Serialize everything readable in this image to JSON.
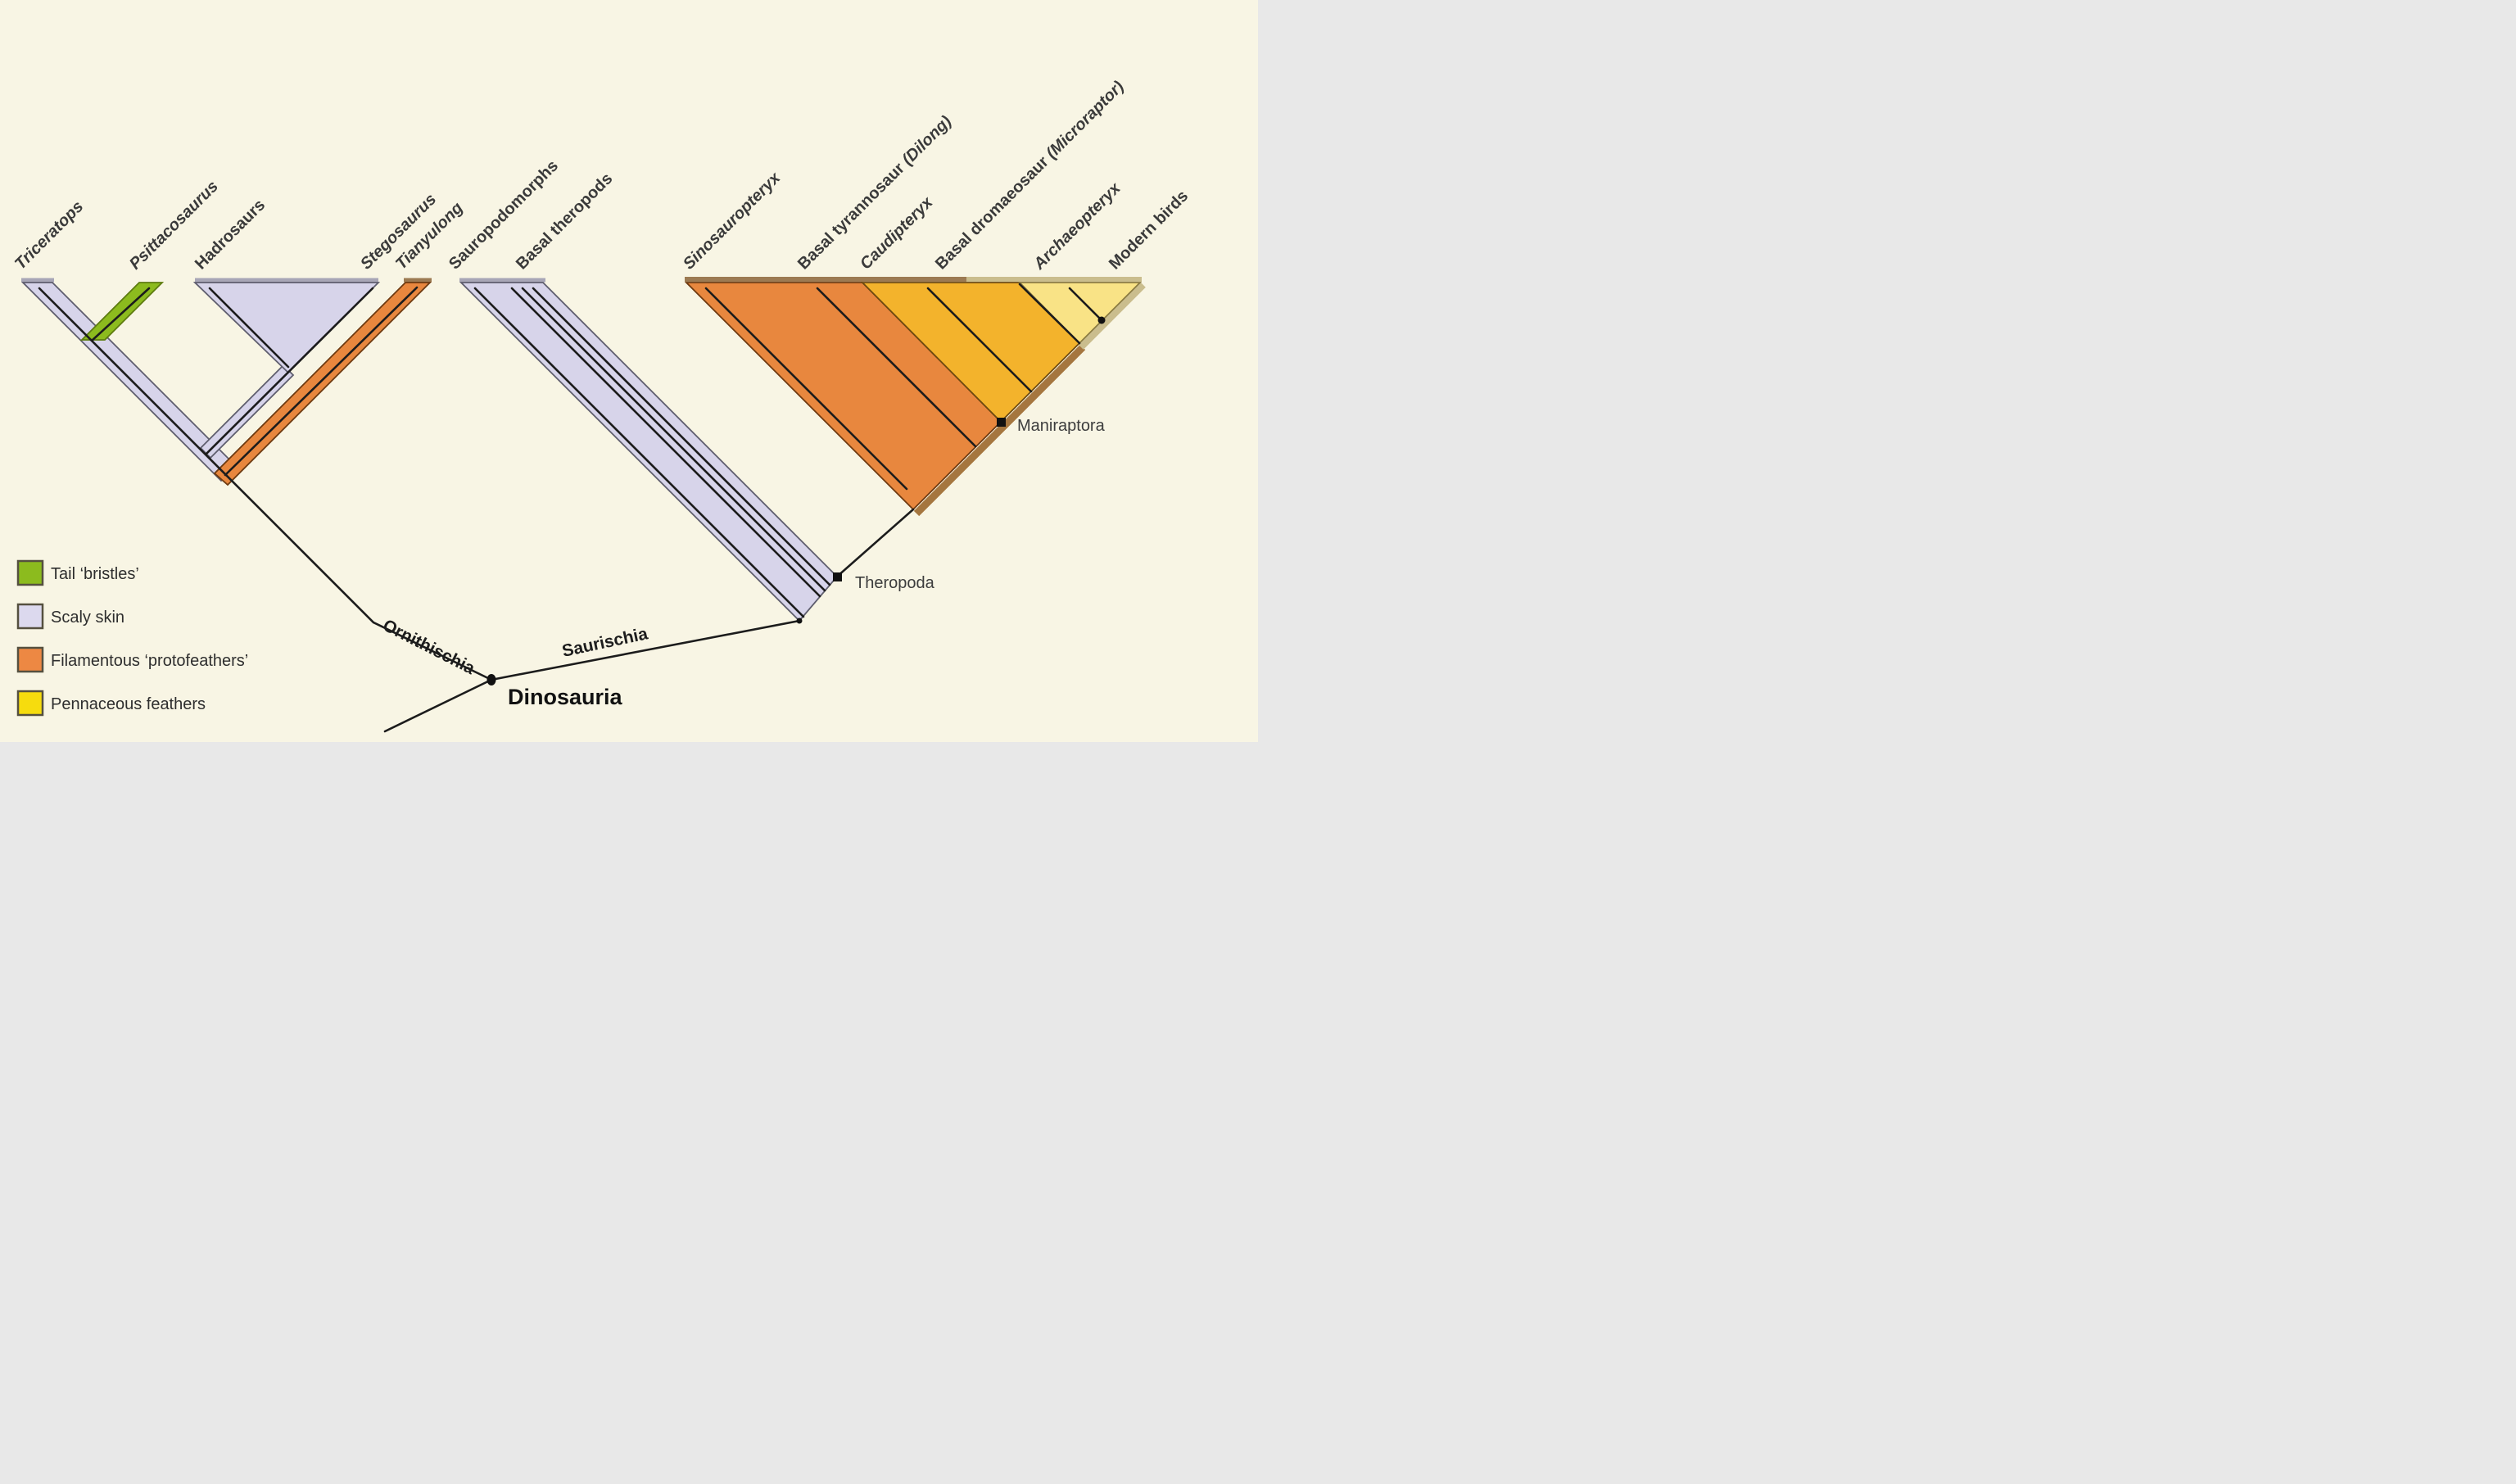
{
  "figure": {
    "background": "#f8f5e4",
    "description": "Cladogram of dinosaur integument evolution"
  },
  "colors": {
    "scaly_lavender": "#d7d4ea",
    "lavender_edge": "#5f5e6e",
    "bristle_green": "#8cbb1e",
    "green_edge": "#5e7c10",
    "protofeather_orange": "#e8873e",
    "orange_edge": "#6e3a10",
    "pennaceous_gold": "#f3b32c",
    "pennaceous_pale": "#f9e386",
    "pennaceous_yellow": "#f6dc0e",
    "tianyulong_red": "#d62f1f",
    "hyp_brown": "#a5763f",
    "hyp_khaki": "#cabd8d",
    "strip_grey": "#a8a6b6",
    "strip_brown": "#9c7a52",
    "branch_black": "#1c1c1c",
    "legend_border": "#55503f"
  },
  "taxa": [
    {
      "label": "Triceratops",
      "italic": true
    },
    {
      "label": "Psittacosaurus",
      "italic": true
    },
    {
      "label": "Hadrosaurs",
      "italic": false
    },
    {
      "label": "Stegosaurus",
      "italic": true
    },
    {
      "label": "Tianyulong",
      "italic": true,
      "highlight": true
    },
    {
      "label": "Sauropodomorphs",
      "italic": false
    },
    {
      "label": "Basal theropods",
      "italic": false
    },
    {
      "label": "Sinosauropteryx",
      "italic": true
    },
    {
      "label": "Basal tyrannosaur ",
      "paren": "(Dilong)",
      "italic": false
    },
    {
      "label": "Caudipteryx",
      "italic": true
    },
    {
      "label": "Basal dromaeosaur ",
      "paren": "(Microraptor)",
      "italic": false
    },
    {
      "label": "Archaeopteryx",
      "italic": true
    },
    {
      "label": "Modern birds",
      "italic": false
    }
  ],
  "clades": {
    "ornithischia": "Ornithischia",
    "saurischia": "Saurischia",
    "dinosauria": "Dinosauria",
    "theropoda": "Theropoda",
    "maniraptora": "Maniraptora"
  },
  "legend": [
    {
      "label": "Tail ‘bristles’",
      "color": "#8cbb1e"
    },
    {
      "label": "Scaly skin",
      "color": "#dcd9ee"
    },
    {
      "label": "Filamentous ‘protofeathers’",
      "color": "#ed8843"
    },
    {
      "label": "Pennaceous feathers",
      "color": "#f6dc0e"
    }
  ]
}
